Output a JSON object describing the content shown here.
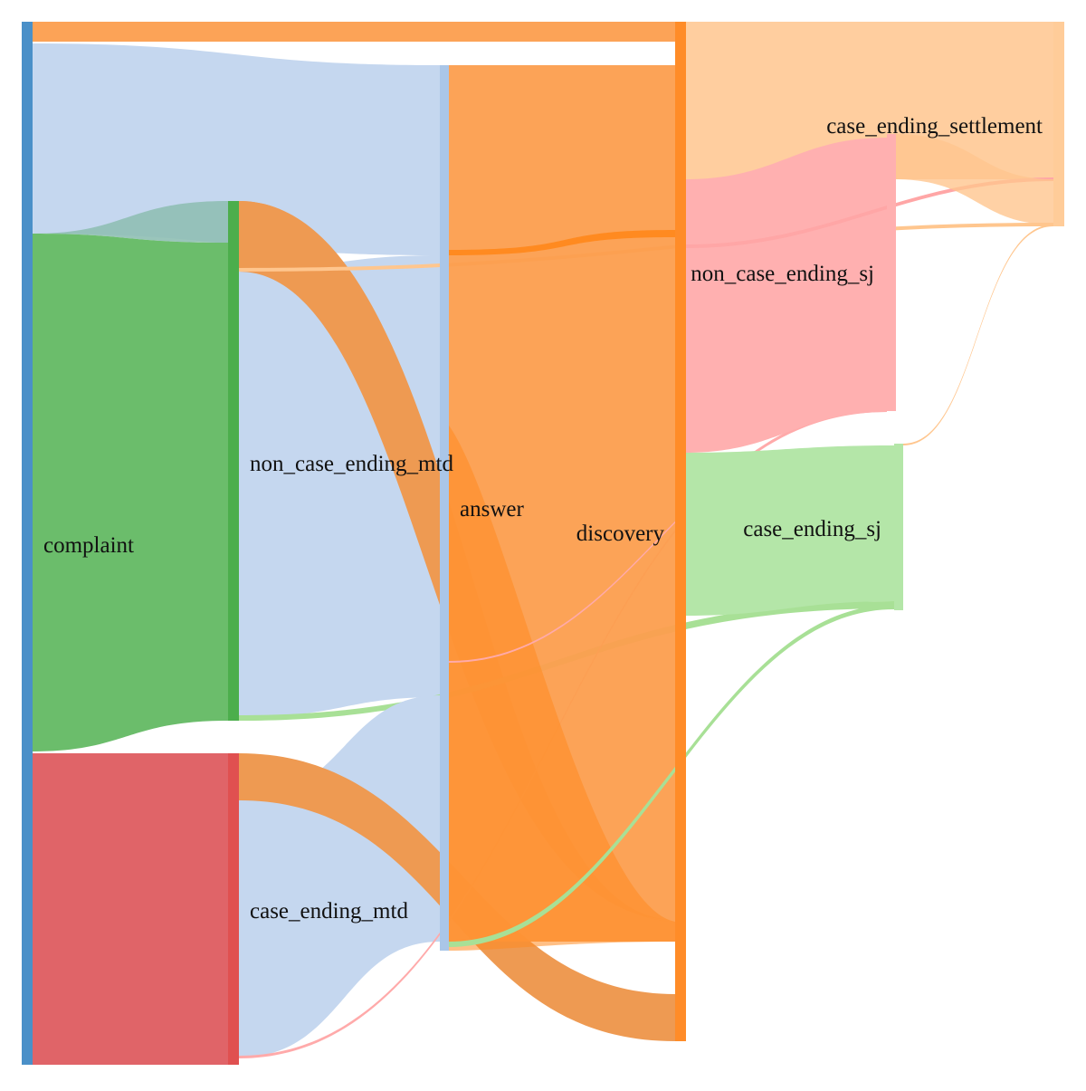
{
  "diagram": {
    "type": "sankey",
    "nodes": [
      {
        "id": "complaint",
        "label": "complaint",
        "color": "#4a90c8"
      },
      {
        "id": "non_case_ending_mtd",
        "label": "non_case_ending_mtd",
        "color": "#4cae4c"
      },
      {
        "id": "case_ending_mtd",
        "label": "case_ending_mtd",
        "color": "#e05050"
      },
      {
        "id": "answer",
        "label": "answer",
        "color": "#aac6e8"
      },
      {
        "id": "discovery",
        "label": "discovery",
        "color": "#ff8c28"
      },
      {
        "id": "non_case_ending_sj",
        "label": "non_case_ending_sj",
        "color": "#ffb0b0"
      },
      {
        "id": "case_ending_sj",
        "label": "case_ending_sj",
        "color": "#b4e6a8"
      },
      {
        "id": "case_ending_settlement",
        "label": "case_ending_settlement",
        "color": "#ffcc99"
      }
    ],
    "colors": {
      "blue_flow": "#c5d7ef",
      "green_flow": "#6bbd6b",
      "red_flow": "#e06468",
      "orange_flow": "#fc9e4e",
      "pink_flow": "#ffaaaa",
      "lightgreen_flow": "#a8e096",
      "peach_flow": "#ffc68e",
      "teal_flow": "#8fbfb4"
    }
  }
}
